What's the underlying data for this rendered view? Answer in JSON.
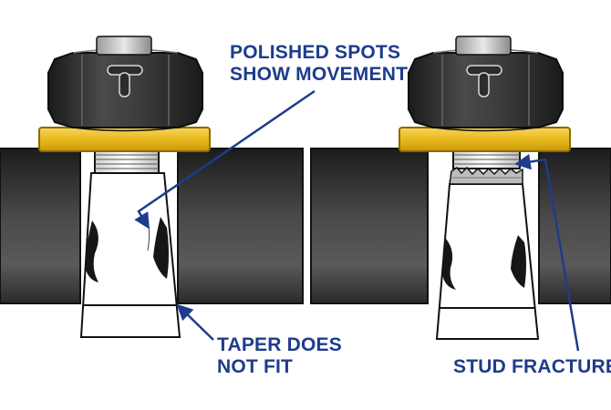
{
  "callouts": {
    "polished": {
      "line1": "POLISHED SPOTS",
      "line2": "SHOW MOVEMENT"
    },
    "taper": {
      "line1": "TAPER DOES",
      "line2": "NOT FIT"
    },
    "stud": {
      "line1": "STUD FRACTURE"
    }
  },
  "colors": {
    "callout_text": "#1e3c8c",
    "callout_line": "#1e3c8c",
    "washer": "#f2c230",
    "washer_edge": "#8a6a00",
    "nut_dark": "#2b2b2b",
    "tube_dark": "#2a2a2a",
    "stud_fill": "#ffffff",
    "outline": "#111111"
  }
}
